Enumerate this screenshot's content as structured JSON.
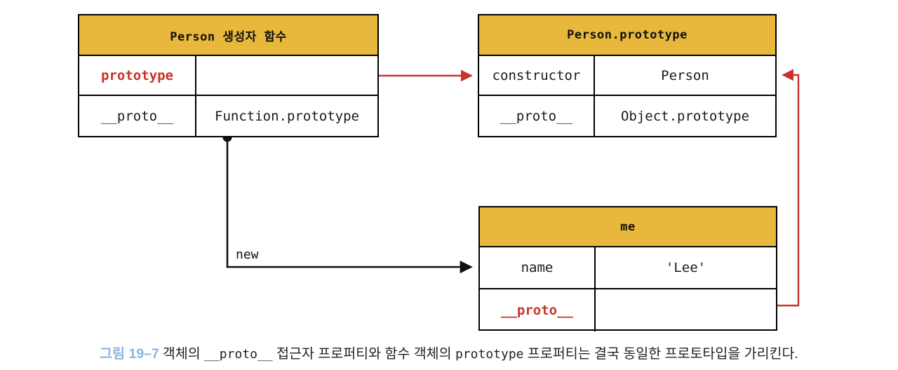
{
  "palette": {
    "header_yellow": "#e8b83d",
    "accent_red": "#c9332a",
    "line_black": "#111111",
    "caption_blue": "#8cb4dd"
  },
  "tables": {
    "person": {
      "title": "Person 생성자 함수",
      "rows": [
        {
          "key": "prototype",
          "key_style": "accent",
          "value": ""
        },
        {
          "key": "__proto__",
          "key_style": "plain",
          "value": "Function.prototype"
        }
      ]
    },
    "person_prototype": {
      "title": "Person.prototype",
      "rows": [
        {
          "key": "constructor",
          "key_style": "plain",
          "value": "Person"
        },
        {
          "key": "__proto__",
          "key_style": "plain",
          "value": "Object.prototype"
        }
      ]
    },
    "me": {
      "title": "me",
      "rows": [
        {
          "key": "name",
          "key_style": "plain",
          "value": "'Lee'"
        },
        {
          "key": "__proto__",
          "key_style": "accent",
          "value": ""
        }
      ]
    }
  },
  "connectors": {
    "new_label": "new",
    "edges": [
      {
        "name": "prototype-to-person-prototype",
        "color": "#c9332a",
        "from": "Person.prototype cell",
        "to": "Person.prototype table (constructor row)"
      },
      {
        "name": "new-instantiation",
        "color": "#111111",
        "from": "Person 생성자 함수 (bottom)",
        "to": "me table (name row)"
      },
      {
        "name": "me-proto-to-person-prototype",
        "color": "#c9332a",
        "from": "me.__proto__ cell",
        "to": "Person.prototype table (constructor row, right side)"
      }
    ]
  },
  "caption": {
    "figure_number": "그림 19–7",
    "part1": "객체의 ",
    "mono1": "__proto__",
    "part2": " 접근자 프로퍼티와 함수 객체의 ",
    "mono2": "prototype",
    "part3": " 프로퍼티는 결국 동일한 프로토타입을 가리킨다."
  }
}
